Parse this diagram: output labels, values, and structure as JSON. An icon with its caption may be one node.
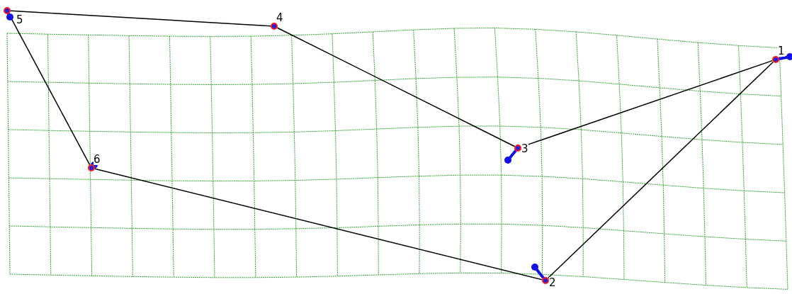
{
  "diagram": {
    "nodes": [
      {
        "text": [
          "1"
        ]
      },
      {
        "text": [
          "2"
        ]
      },
      {
        "text": [
          "3"
        ]
      },
      {
        "text": [
          "4"
        ]
      },
      {
        "text": [
          "5"
        ]
      },
      {
        "text": [
          "6"
        ]
      }
    ],
    "edges": [
      {
        "from": 4,
        "to": 3,
        "arrow": "none"
      },
      {
        "from": 3,
        "to": 2,
        "arrow": "none"
      },
      {
        "from": 2,
        "to": 0,
        "arrow": "none"
      },
      {
        "from": 0,
        "to": 1,
        "arrow": "none"
      },
      {
        "from": 1,
        "to": 5,
        "arrow": "none"
      },
      {
        "from": 5,
        "to": 4,
        "arrow": "none"
      }
    ]
  }
}
